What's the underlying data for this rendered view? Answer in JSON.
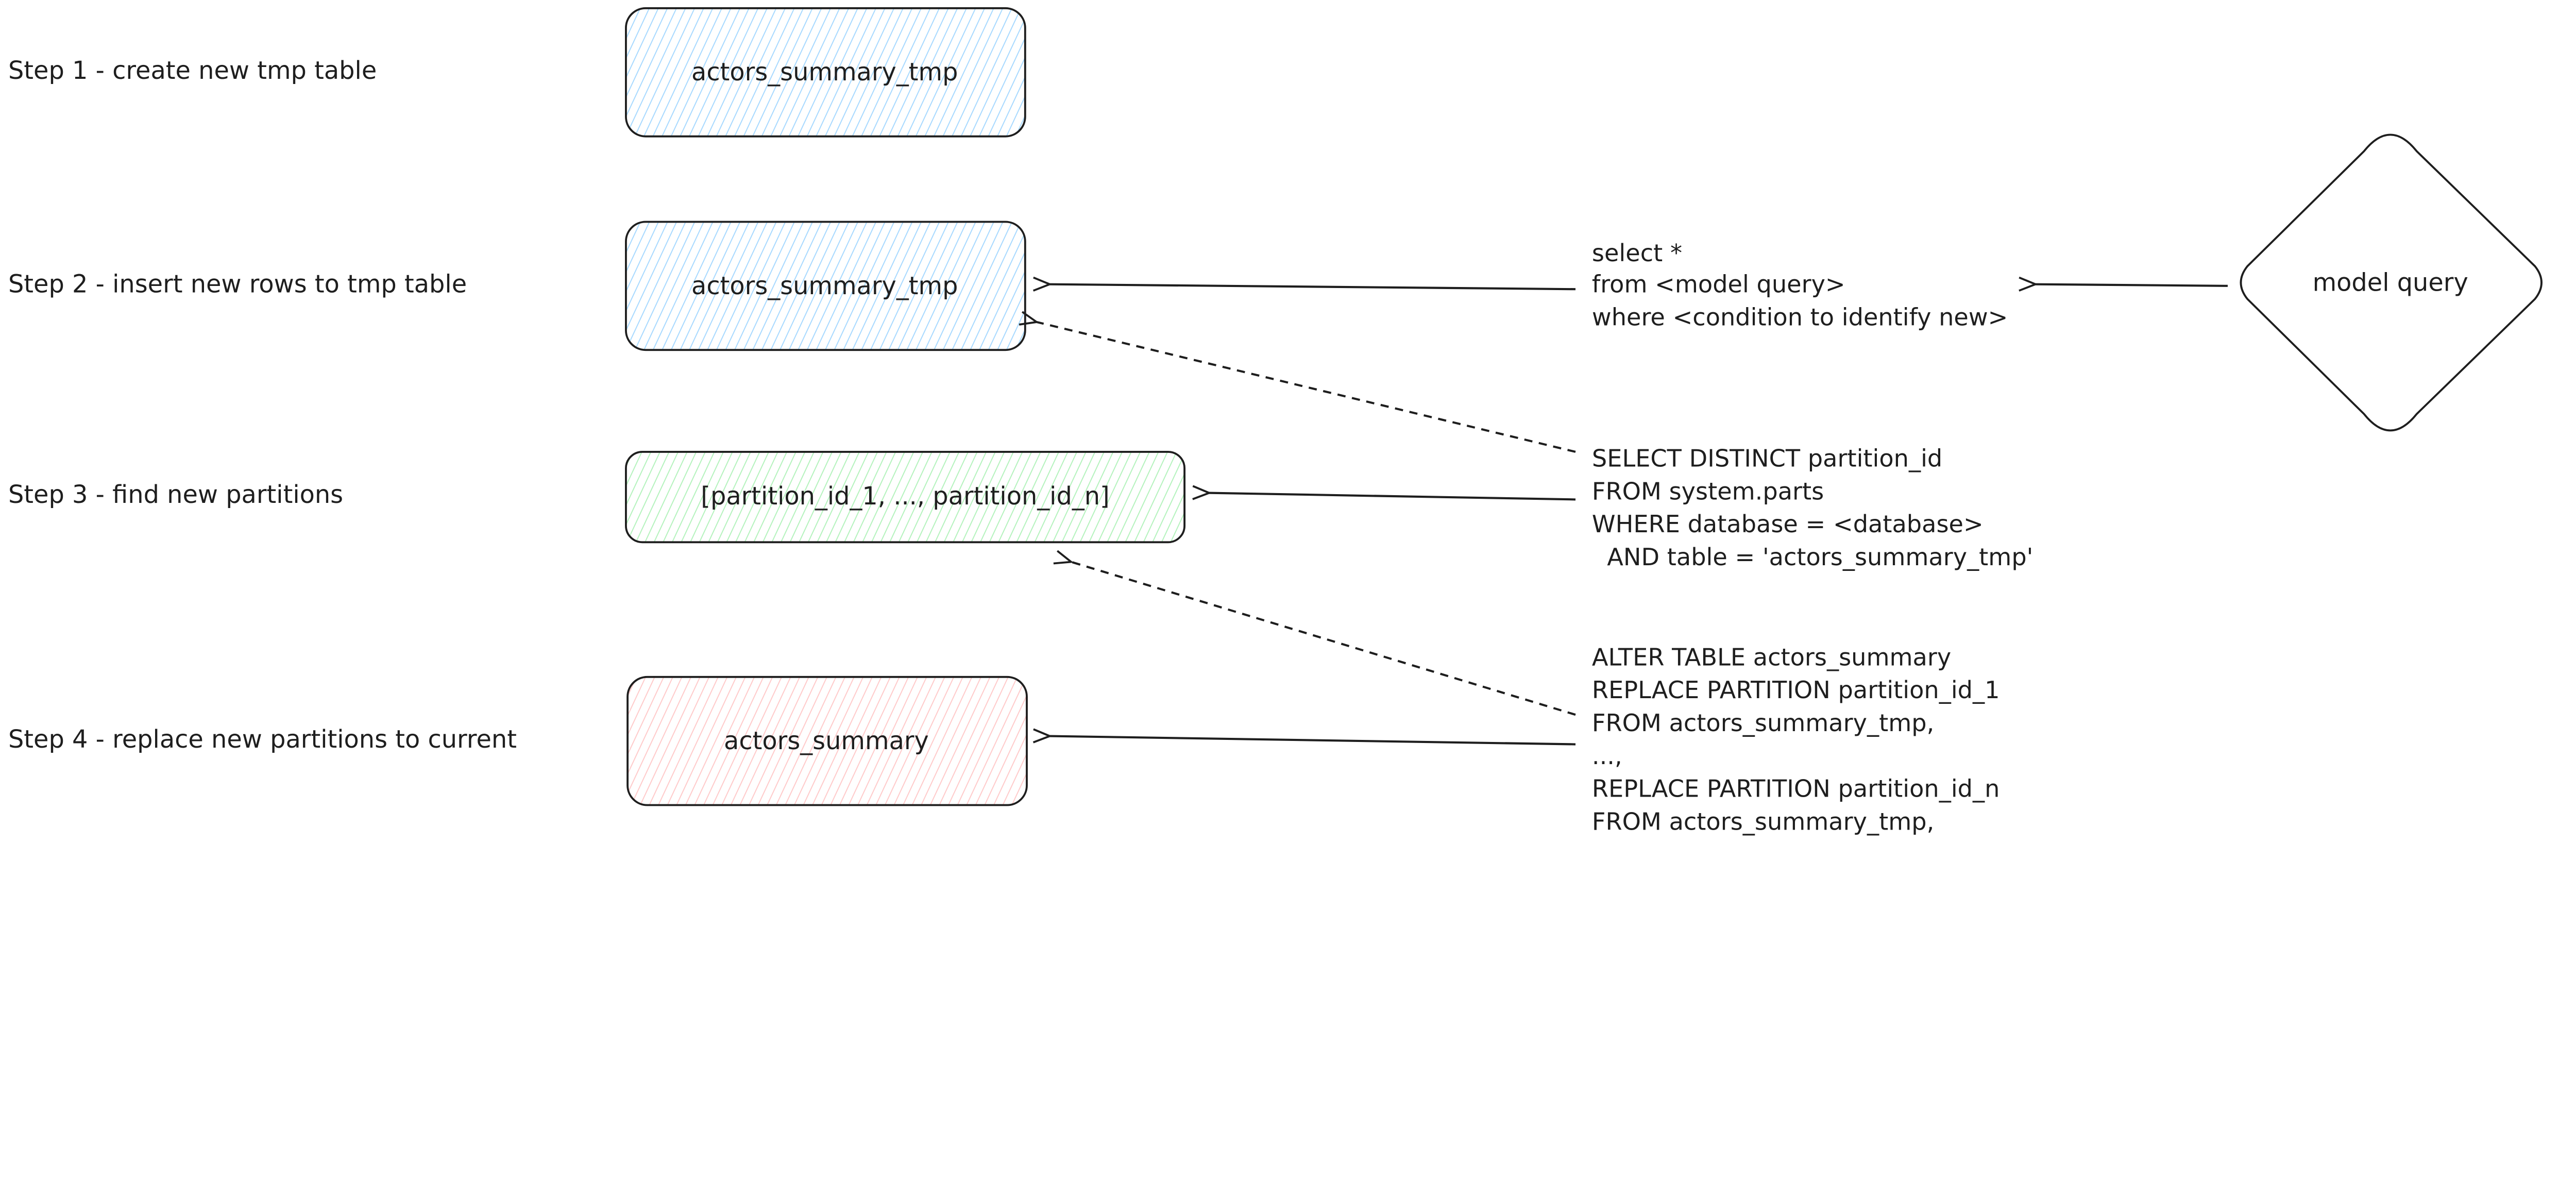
{
  "steps": [
    {
      "label": "Step 1 - create new tmp table"
    },
    {
      "label": "Step 2 - insert new rows to tmp table"
    },
    {
      "label": "Step 3 - find new partitions"
    },
    {
      "label": "Step 4 - replace new partitions to current"
    }
  ],
  "boxes": [
    {
      "label": "actors_summary_tmp",
      "color": "#a5d8ff"
    },
    {
      "label": "actors_summary_tmp",
      "color": "#a5d8ff"
    },
    {
      "label": "[partition_id_1, ..., partition_id_n]",
      "color": "#b2f2bb"
    },
    {
      "label": "actors_summary",
      "color": "#ffc9c9"
    }
  ],
  "diamond": {
    "label": "model query"
  },
  "queries": {
    "insert": [
      "select *",
      "from <model query>",
      "where <condition to identify new>"
    ],
    "partitions": [
      "SELECT DISTINCT partition_id",
      "FROM system.parts",
      "WHERE database = <database>",
      "  AND table = 'actors_summary_tmp'"
    ],
    "replace": [
      "ALTER TABLE actors_summary",
      "REPLACE PARTITION partition_id_1",
      "FROM actors_summary_tmp,",
      "...,",
      "REPLACE PARTITION partition_id_n",
      "FROM actors_summary_tmp,"
    ]
  }
}
